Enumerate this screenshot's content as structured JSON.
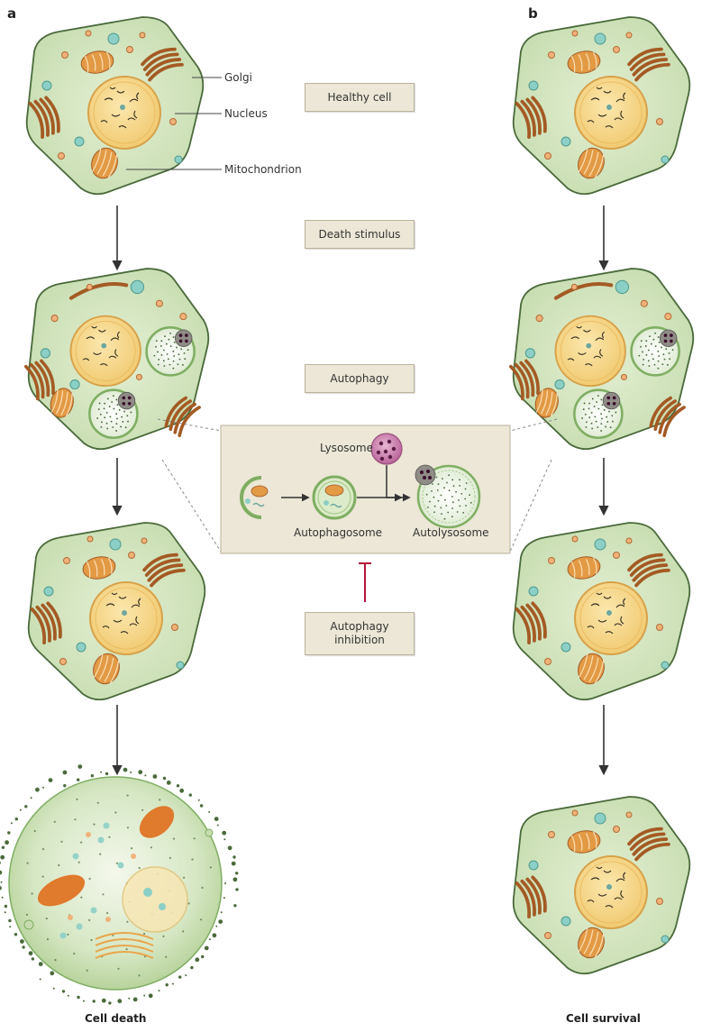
{
  "panels": {
    "left": "a",
    "right": "b"
  },
  "stages": {
    "healthy": "Healthy cell",
    "death_stimulus": "Death stimulus",
    "autophagy": "Autophagy",
    "inhibition": "Autophagy\ninhibition"
  },
  "callouts": {
    "golgi": "Golgi",
    "nucleus": "Nucleus",
    "mitochondrion": "Mitochondrion"
  },
  "inset": {
    "lysosome": "Lysosome",
    "autophagosome": "Autophagosome",
    "autolysosome": "Autolysosome"
  },
  "outcomes": {
    "left": "Cell death",
    "right": "Cell survival"
  },
  "colors": {
    "cytoplasm": "#cfe3b8",
    "membrane": "#4a6a3a",
    "nucleus": "#f4d68a",
    "nucleus_edge": "#d7a24a",
    "mito": "#e39a45",
    "golgi": "#a45a24",
    "vesicle_teal": "#8ccfc6",
    "vesicle_orange": "#f0b27a",
    "lysosome": "#c77aa6",
    "inhibit": "#b5123a"
  }
}
